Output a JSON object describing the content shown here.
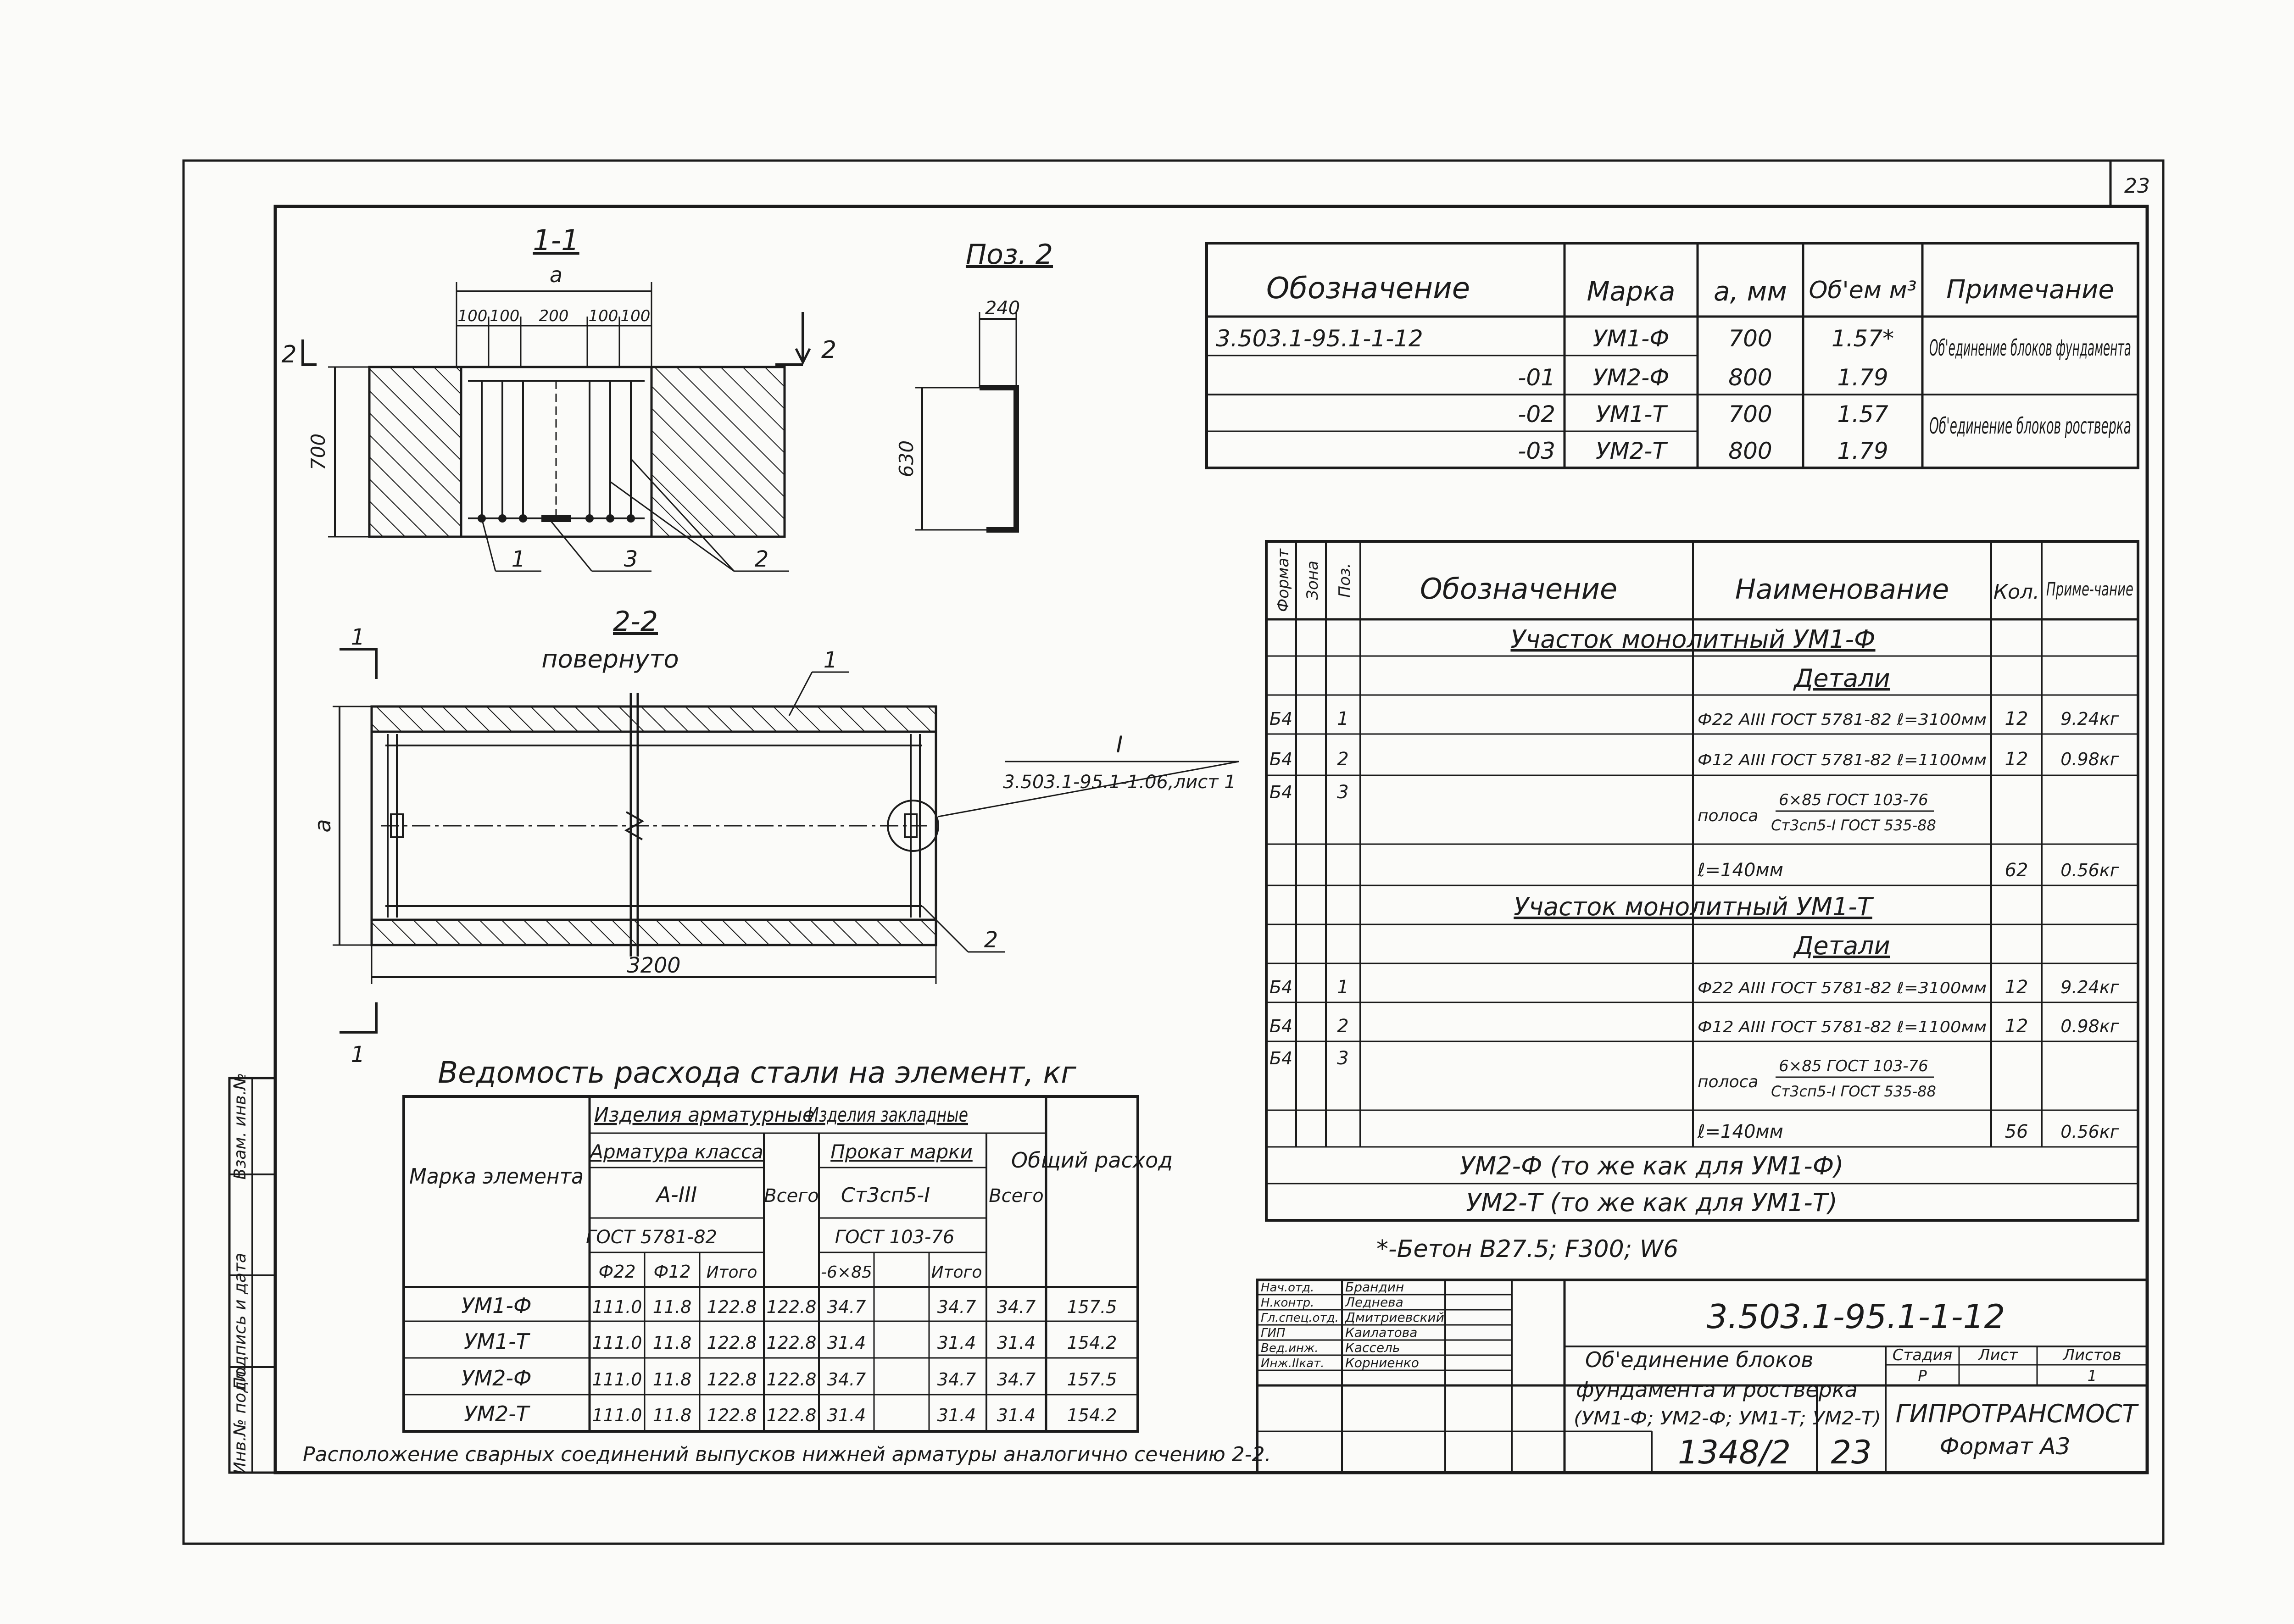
{
  "sheet": {
    "page_number_corner": "23",
    "section_1_1": {
      "title": "1-1",
      "dim_a": "a",
      "dims_top": [
        "100",
        "100",
        "200",
        "100",
        "100"
      ],
      "dim_height": "700",
      "cut_left": "2",
      "cut_right": "2",
      "leader_labels": [
        "1",
        "3",
        "2"
      ]
    },
    "pos2": {
      "title": "Поз. 2",
      "dim_width": "240",
      "dim_height": "630"
    },
    "section_2_2": {
      "title": "2-2",
      "subtitle": "повернуто",
      "cut_label_top": "1",
      "cut_label_bottom": "1",
      "dim_a": "a",
      "dim_length": "3200",
      "leader_1": "1",
      "leader_2": "2",
      "node_label": "I",
      "node_ref": "3.503.1-95.1-1.06,лист 1"
    },
    "designation_table": {
      "headers": [
        "Обозначение",
        "Марка",
        "a, мм",
        "Об'ем м³",
        "Примечание"
      ],
      "rows": [
        [
          "3.503.1-95.1-1-12",
          "УМ1-Ф",
          "700",
          "1.57*"
        ],
        [
          "-01",
          "УМ2-Ф",
          "800",
          "1.79"
        ],
        [
          "-02",
          "УМ1-Т",
          "700",
          "1.57"
        ],
        [
          "-03",
          "УМ2-Т",
          "800",
          "1.79"
        ]
      ],
      "notes": [
        "Об'единение блоков фундамента",
        "Об'единение блоков ростверка"
      ]
    },
    "spec_table": {
      "headers": [
        "Формат",
        "Зона",
        "Поз.",
        "Обозначение",
        "Наименование",
        "Кол.",
        "Приме-чание"
      ],
      "section_titles": [
        "Участок монолитный УМ1-Ф",
        "Детали",
        "Участок монолитный УМ1-Т",
        "Детали"
      ],
      "rows_a": [
        [
          "Б4",
          "1",
          "Ф22 АIII ГОСТ 5781-82 ℓ=3100мм",
          "12",
          "9.24кг"
        ],
        [
          "Б4",
          "2",
          "Ф12 АIII ГОСТ 5781-82 ℓ=1100мм",
          "12",
          "0.98кг"
        ],
        [
          "Б4",
          "3",
          "полоса",
          "6×85 ГОСТ 103-76",
          "Ст3сп5-I ГОСТ 535-88"
        ],
        [
          "ℓ=140мм",
          "62",
          "0.56кг"
        ]
      ],
      "rows_b": [
        [
          "Б4",
          "1",
          "Ф22 АIII ГОСТ 5781-82 ℓ=3100мм",
          "12",
          "9.24кг"
        ],
        [
          "Б4",
          "2",
          "Ф12 АIII ГОСТ 5781-82 ℓ=1100мм",
          "12",
          "0.98кг"
        ],
        [
          "Б4",
          "3",
          "полоса",
          "6×85 ГОСТ 103-76",
          "Ст3сп5-I ГОСТ 535-88"
        ],
        [
          "ℓ=140мм",
          "56",
          "0.56кг"
        ]
      ],
      "same_as": [
        "УМ2-Ф (то же как для УМ1-Ф)",
        "УМ2-Т (то же как для УМ1-Т)"
      ]
    },
    "concrete_note": "*-Бетон В27.5; F300; W6",
    "steel_table": {
      "title": "Ведомость расхода стали на элемент, кг",
      "h_mark": "Марка элемента",
      "h_rebar": "Изделия арматурные",
      "h_rebar_class": "Арматура класса",
      "h_a3": "А-III",
      "h_gost_a": "ГОСТ 5781-82",
      "h_embedded": "Изделия закладные",
      "h_rolled": "Прокат марки",
      "h_grade": "Ст3сп5-I",
      "h_gost_b": "ГОСТ 103-76",
      "h_total_a": "Всего",
      "h_total_b": "Всего",
      "h_overall": "Общий расход",
      "h_d22": "Ф22",
      "h_d12": "Ф12",
      "h_itogo_a": "Итого",
      "h_strip": "-6×85",
      "h_itogo_b": "Итого",
      "rows": [
        [
          "УМ1-Ф",
          "111.0",
          "11.8",
          "122.8",
          "122.8",
          "34.7",
          "34.7",
          "34.7",
          "157.5"
        ],
        [
          "УМ1-Т",
          "111.0",
          "11.8",
          "122.8",
          "122.8",
          "31.4",
          "31.4",
          "31.4",
          "154.2"
        ],
        [
          "УМ2-Ф",
          "111.0",
          "11.8",
          "122.8",
          "122.8",
          "34.7",
          "34.7",
          "34.7",
          "157.5"
        ],
        [
          "УМ2-Т",
          "111.0",
          "11.8",
          "122.8",
          "122.8",
          "31.4",
          "31.4",
          "31.4",
          "154.2"
        ]
      ]
    },
    "bottom_note": "Расположение сварных соединений выпусков нижней арматуры аналогично сечению 2-2.",
    "side_stamp": [
      "Взам. инв.№",
      "Подпись и дата",
      "Инв.№ подл."
    ],
    "title_block": {
      "code": "3.503.1-95.1-1-12",
      "roles": [
        [
          "Нач.отд.",
          "Брандин"
        ],
        [
          "Н.контр.",
          "Леднева"
        ],
        [
          "Гл.спец.отд.",
          "Дмитриевский"
        ],
        [
          "ГИП",
          "Каилатова"
        ],
        [
          "Вед.инж.",
          "Кассель"
        ],
        [
          "Инж.IIкат.",
          "Корниенко"
        ]
      ],
      "name_lines": [
        "Об'единение блоков",
        "фундамента и ростверка",
        "(УМ1-Ф; УМ2-Ф; УМ1-Т; УМ2-Т)"
      ],
      "stage_h": "Стадия",
      "sheet_h": "Лист",
      "sheets_h": "Листов",
      "stage": "Р",
      "sheets": "1",
      "org": "ГИПРОТРАНСМОСТ",
      "archive": "1348/2",
      "page": "23",
      "format": "Формат А3"
    }
  }
}
